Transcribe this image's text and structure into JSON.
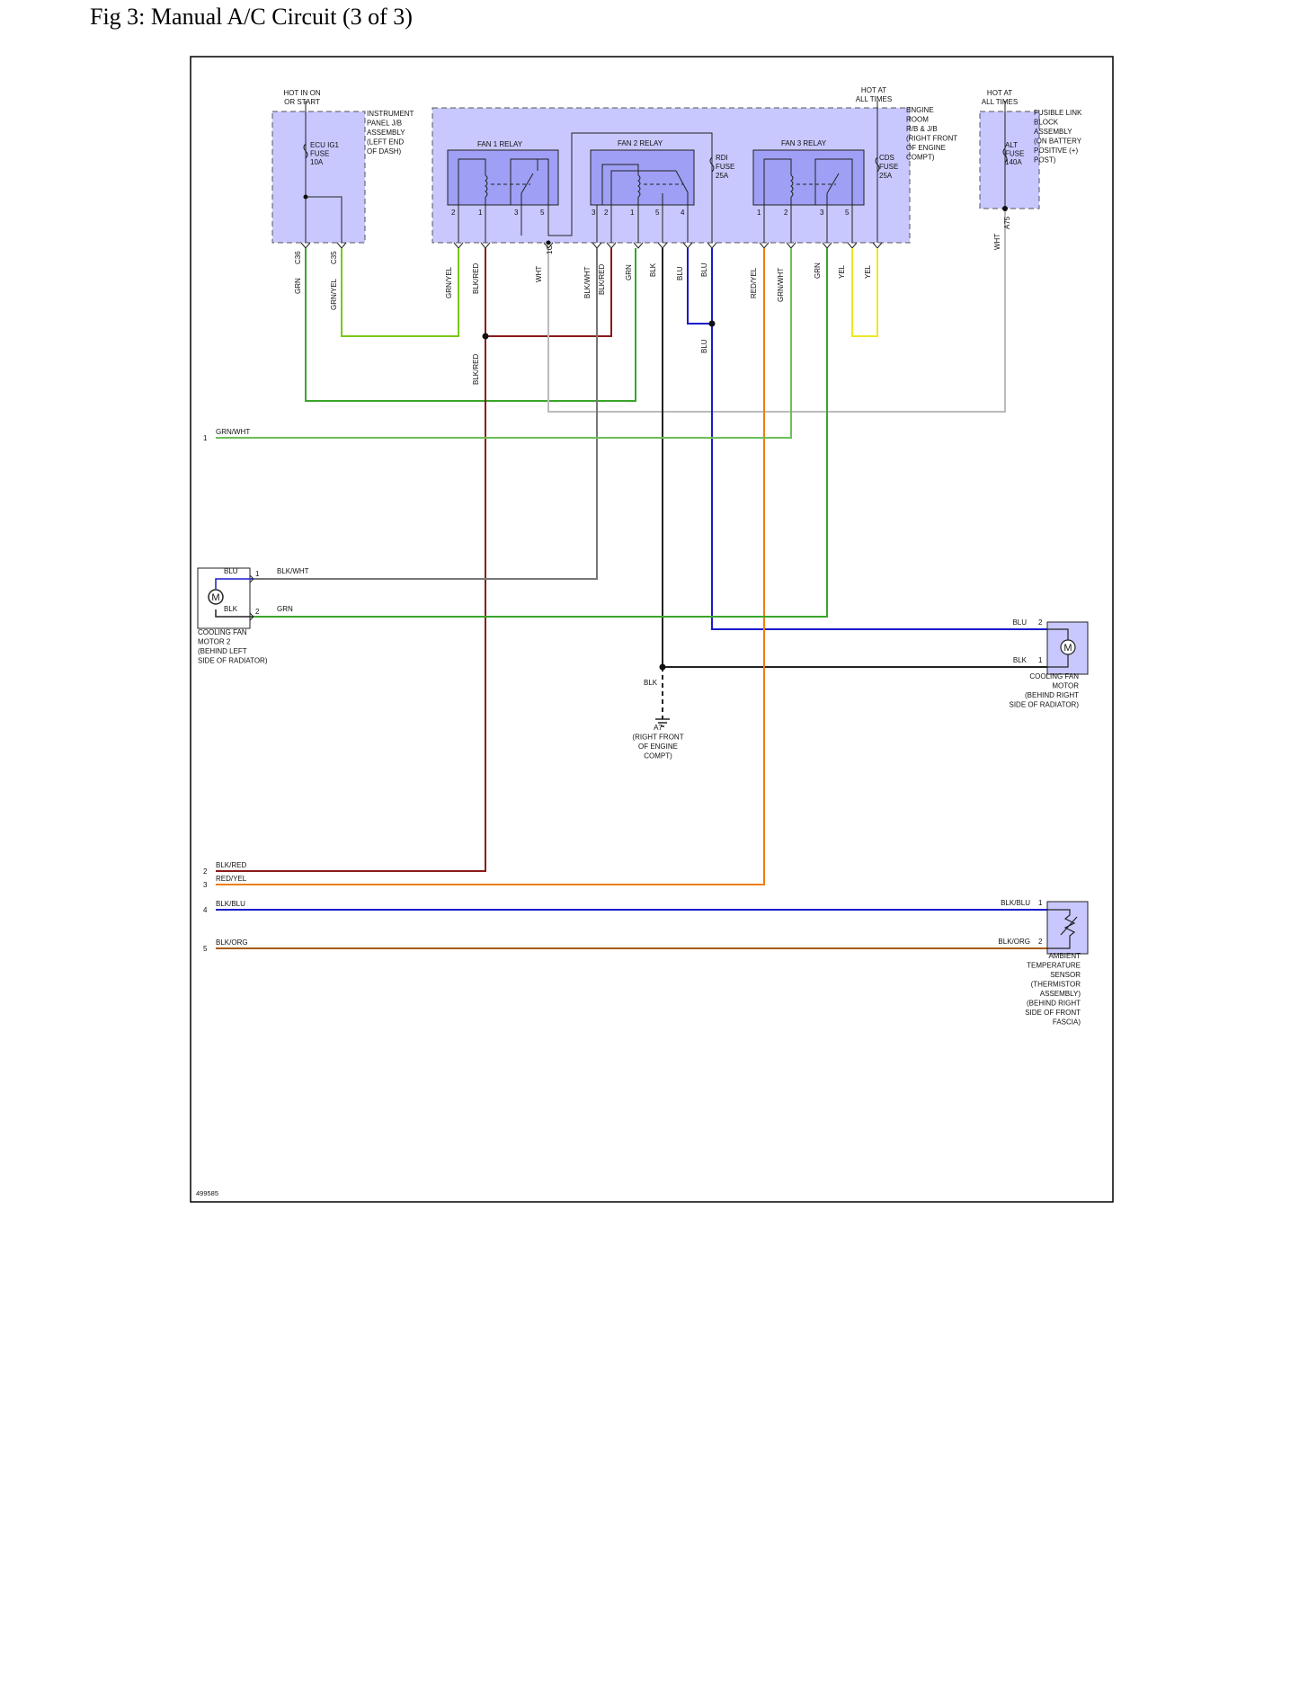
{
  "page": {
    "title": "Fig 3: Manual A/C Circuit (3 of 3)",
    "figure_id": "499585"
  },
  "power_labels": {
    "hot_on_start": [
      "HOT IN ON",
      "OR START"
    ],
    "hot_all_times_1": [
      "HOT AT",
      "ALL TIMES"
    ],
    "hot_all_times_2": [
      "HOT AT",
      "ALL TIMES"
    ]
  },
  "components": {
    "ip_jb": [
      "INSTRUMENT",
      "PANEL J/B",
      "ASSEMBLY",
      "(LEFT END",
      "OF DASH)"
    ],
    "ecu_ig1_fuse": [
      "ECU IG1",
      "FUSE",
      "10A"
    ],
    "engine_room_jb": [
      "ENGINE",
      "ROOM",
      "R/B & J/B",
      "(RIGHT FRONT",
      "OF ENGINE",
      "COMPT)"
    ],
    "fan1_relay": "FAN 1 RELAY",
    "fan2_relay": "FAN 2 RELAY",
    "fan3_relay": "FAN 3 RELAY",
    "rdi_fuse": [
      "RDI",
      "FUSE",
      "25A"
    ],
    "cds_fuse": [
      "CDS",
      "FUSE",
      "25A"
    ],
    "fusible_link": [
      "FUSIBLE LINK",
      "BLOCK",
      "ASSEMBLY",
      "(ON BATTERY",
      "POSITIVE (+)",
      "POST)"
    ],
    "alt_fuse": [
      "ALT",
      "FUSE",
      "140A"
    ],
    "cooling_fan_motor2": [
      "COOLING FAN",
      "MOTOR 2",
      "(BEHIND LEFT",
      "SIDE OF RADIATOR)"
    ],
    "cooling_fan_motor": [
      "COOLING FAN",
      "MOTOR",
      "(BEHIND RIGHT",
      "SIDE OF RADIATOR)"
    ],
    "ambient_sensor": [
      "AMBIENT",
      "TEMPERATURE",
      "SENSOR",
      "(THERMISTOR",
      "ASSEMBLY)",
      "(BEHIND RIGHT",
      "SIDE OF FRONT",
      "FASCIA)"
    ],
    "ground": [
      "A7",
      "(RIGHT FRONT",
      "OF ENGINE",
      "COMPT)"
    ],
    "motor_symbol": "M"
  },
  "connectors": {
    "c36": "C36",
    "c35": "C35",
    "a75": "A75",
    "c1": "1C"
  },
  "relay_pins": {
    "fan1": [
      "2",
      "1",
      "3",
      "5"
    ],
    "fan2": [
      "3",
      "2",
      "1",
      "5",
      "4"
    ],
    "fan3": [
      "1",
      "2",
      "3",
      "5"
    ]
  },
  "wires": {
    "top": [
      "GRN",
      "GRN/YEL",
      "GRN/YEL",
      "BLK/RED",
      "WHT",
      "BLK/WHT",
      "BLK/RED",
      "GRN",
      "BLK",
      "BLU",
      "BLU",
      "RED/YEL",
      "GRN/WHT",
      "GRN",
      "YEL",
      "YEL",
      "WHT"
    ],
    "blk_red_splice": "BLK/RED",
    "blu_splice": "BLU",
    "ground_wire": "BLK"
  },
  "left_edge": [
    {
      "pin": "1",
      "color": "GRN/WHT"
    },
    {
      "pin": "2",
      "color": "BLK/RED"
    },
    {
      "pin": "3",
      "color": "RED/YEL"
    },
    {
      "pin": "4",
      "color": "BLK/BLU"
    },
    {
      "pin": "5",
      "color": "BLK/ORG"
    }
  ],
  "motor2_pins": [
    {
      "pin": "1",
      "inner": "BLU",
      "wire": "BLK/WHT"
    },
    {
      "pin": "2",
      "inner": "BLK",
      "wire": "GRN"
    }
  ],
  "motor_pins": [
    {
      "pin": "2",
      "wire": "BLU"
    },
    {
      "pin": "1",
      "wire": "BLK"
    }
  ],
  "sensor_pins": [
    {
      "pin": "1",
      "wire": "BLK/BLU"
    },
    {
      "pin": "2",
      "wire": "BLK/ORG"
    }
  ],
  "colors": {
    "module_fill": "#c8c8ff",
    "relay_fill": "#9f9ff5",
    "grn": "#3aa52a",
    "grn_yel": "#7ac81a",
    "blk_red": "#8b1a1a",
    "red_yel": "#f07d10",
    "blu": "#1a1acc",
    "blk": "#222222",
    "wht": "#bbbbbb",
    "yel": "#f0e628",
    "blk_wht": "#777777",
    "grn_wht": "#6cbf5a",
    "blk_org": "#a85a10"
  }
}
